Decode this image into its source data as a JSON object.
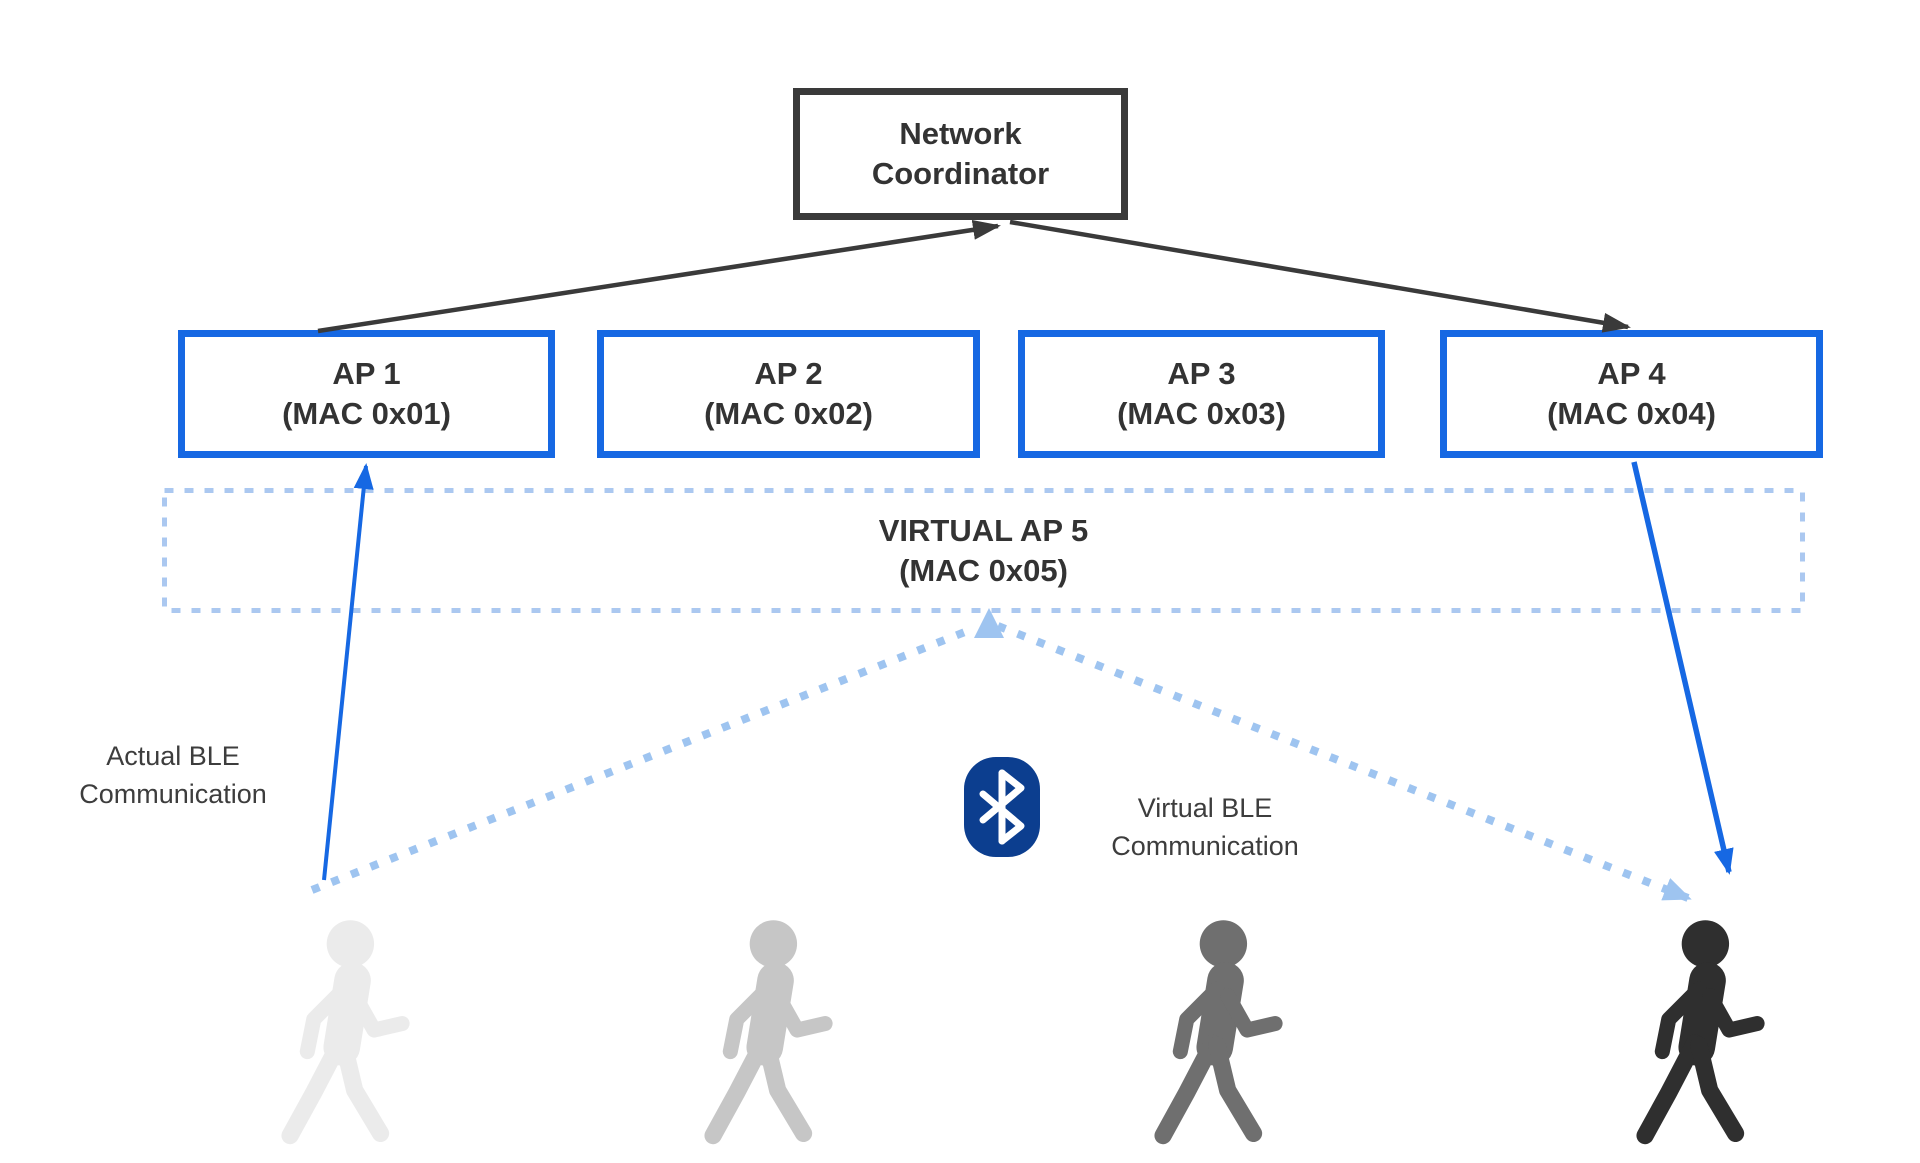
{
  "diagram": {
    "coordinator": {
      "label": "Network Coordinator",
      "lines": [
        "Network",
        "Coordinator"
      ]
    },
    "aps": [
      {
        "name": "AP 1",
        "mac": "(MAC 0x01)"
      },
      {
        "name": "AP 2",
        "mac": "(MAC 0x02)"
      },
      {
        "name": "AP 3",
        "mac": "(MAC 0x03)"
      },
      {
        "name": "AP 4",
        "mac": "(MAC 0x04)"
      }
    ],
    "virtual_ap": {
      "name": "VIRTUAL AP 5",
      "mac": "(MAC 0x05)"
    },
    "annotations": {
      "actual": {
        "lines": [
          "Actual BLE",
          "Communication"
        ]
      },
      "virtual": {
        "lines": [
          "Virtual BLE",
          "Communication"
        ]
      }
    },
    "arrows": [
      {
        "from": "AP 1",
        "to": "Network Coordinator",
        "style": "solid-dark"
      },
      {
        "from": "Network Coordinator",
        "to": "AP 4",
        "style": "solid-dark"
      },
      {
        "from": "Person 1",
        "to": "AP 1",
        "style": "solid-blue",
        "meaning": "Actual BLE Communication"
      },
      {
        "from": "AP 4",
        "to": "Person 4",
        "style": "solid-blue",
        "meaning": "Actual BLE Communication"
      },
      {
        "from": "Person 1",
        "to": "VIRTUAL AP 5",
        "style": "dotted-light-blue",
        "meaning": "Virtual BLE Communication"
      },
      {
        "from": "VIRTUAL AP 5",
        "to": "Person 4",
        "style": "dotted-light-blue",
        "meaning": "Virtual BLE Communication"
      }
    ],
    "persons": [
      {
        "id": "person-1",
        "color": "#ebebeb"
      },
      {
        "id": "person-2",
        "color": "#c6c6c6"
      },
      {
        "id": "person-3",
        "color": "#6f6f6f"
      },
      {
        "id": "person-4",
        "color": "#2f2f2f"
      }
    ],
    "icons": {
      "bluetooth": "bluetooth-icon"
    },
    "colors": {
      "coordinator_border": "#3a3a3a",
      "ap_border": "#1668e3",
      "box_text": "#333333",
      "annotation_text": "#3d3d3d",
      "virtual_box_border": "#abc8f0",
      "dotted_arrow": "#9ec4f0",
      "solid_ble_arrow": "#1668e3",
      "dark_arrow": "#3a3a3a",
      "bluetooth_bg": "#0c3e8f",
      "bluetooth_glyph": "#ffffff"
    }
  }
}
